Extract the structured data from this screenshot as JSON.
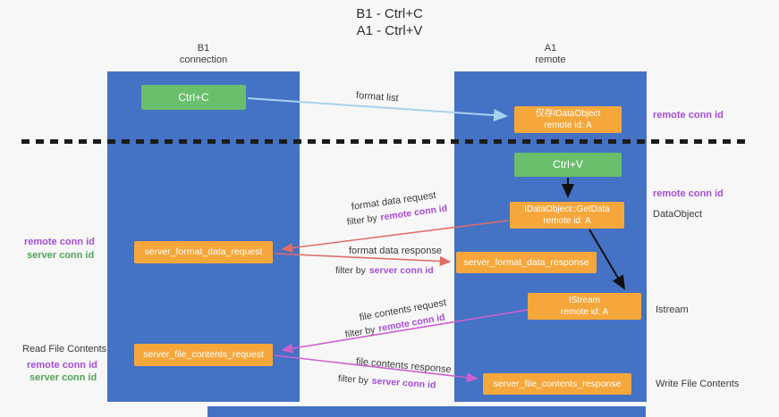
{
  "title": {
    "line1": "B1 - Ctrl+C",
    "line2": "A1 - Ctrl+V"
  },
  "lanes": {
    "left": {
      "title": "B1",
      "subtitle": "connection"
    },
    "right": {
      "title": "A1",
      "subtitle": "remote"
    }
  },
  "nodes": {
    "ctrl_c": {
      "label": "Ctrl+C"
    },
    "ctrl_v": {
      "label": "Ctrl+V"
    },
    "idataobject": {
      "line1": "仅存IDataObject",
      "line2": "remote id: A"
    },
    "getdata": {
      "line1": "IDataObject::GetData",
      "line2": "remote id: A"
    },
    "istream": {
      "line1": "IStream",
      "line2": "remote id: A"
    },
    "server_format_data_request": {
      "label": "server_format_data_request"
    },
    "server_format_data_response": {
      "label": "server_format_data_response"
    },
    "server_file_contents_request": {
      "label": "server_file_contents_request"
    },
    "server_file_contents_response": {
      "label": "server_file_contents_response"
    }
  },
  "flows": {
    "format_list": "format list",
    "format_data_request": "format data request",
    "format_data_response": "format data response",
    "file_contents_request": "file contents request",
    "file_contents_response": "file contents response"
  },
  "terms": {
    "filter_by": "filter by",
    "remote_conn_id": "remote conn id",
    "server_conn_id": "server conn id"
  },
  "side": {
    "dataobject": "DataObject",
    "istream": "Istream",
    "read_file_contents": "Read File Contents",
    "write_file_contents": "Write File Contents"
  },
  "colors": {
    "lane_blue": "#4472c4",
    "node_green": "#6abf6c",
    "node_orange": "#f6a73b",
    "arrow_blue": "#a8d2f0",
    "arrow_red": "#e06c65",
    "arrow_magenta": "#cf5fd1",
    "conn_purple": "#a64dd9",
    "conn_green": "#4fa653"
  }
}
